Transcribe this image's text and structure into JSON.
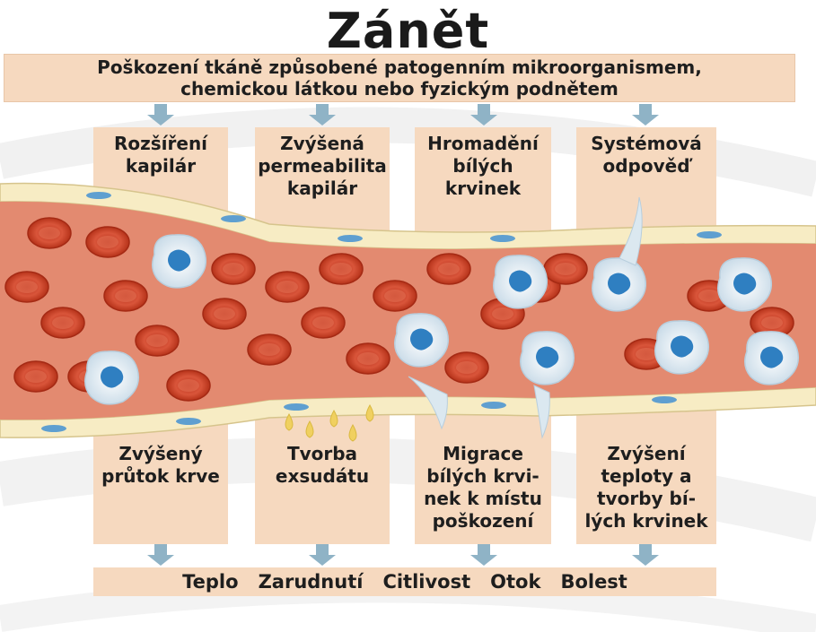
{
  "title": "Zánět",
  "cause": {
    "line1": "Poškození tkáně způsobené patogenním mikroorganismem,",
    "line2": "chemickou látkou nebo fyzickým podnětem"
  },
  "top_boxes": [
    {
      "lines": [
        "Rozšíření",
        "kapilár"
      ]
    },
    {
      "lines": [
        "Zvýšená",
        "permeabilita",
        "kapilár"
      ]
    },
    {
      "lines": [
        "Hromadění",
        "bílých",
        "krvinek"
      ]
    },
    {
      "lines": [
        "Systémová",
        "odpověď"
      ]
    }
  ],
  "bottom_boxes": [
    {
      "lines": [
        "Zvýšený",
        "průtok krve"
      ]
    },
    {
      "lines": [
        "Tvorba",
        "exsudátu"
      ]
    },
    {
      "lines": [
        "Migrace",
        "bílých krvi-",
        "nek k místu",
        "poškození"
      ]
    },
    {
      "lines": [
        "Zvýšení",
        "teploty a",
        "tvorby bí-",
        "lých krvinek"
      ]
    }
  ],
  "symptoms": [
    "Teplo",
    "Zarudnutí",
    "Citlivost",
    "Otok",
    "Bolest"
  ],
  "colors": {
    "box": "#f6d9bf",
    "arrow": "#8fb3c6",
    "vessel_wall": "#f7ecc4",
    "blood": "#e38a70",
    "red_cell": "#c83e26",
    "white_cell": "#dbe8f0",
    "nucleus": "#2f7fc1",
    "exudate": "#f0d060"
  },
  "icons": [
    "down-arrow-icon"
  ]
}
